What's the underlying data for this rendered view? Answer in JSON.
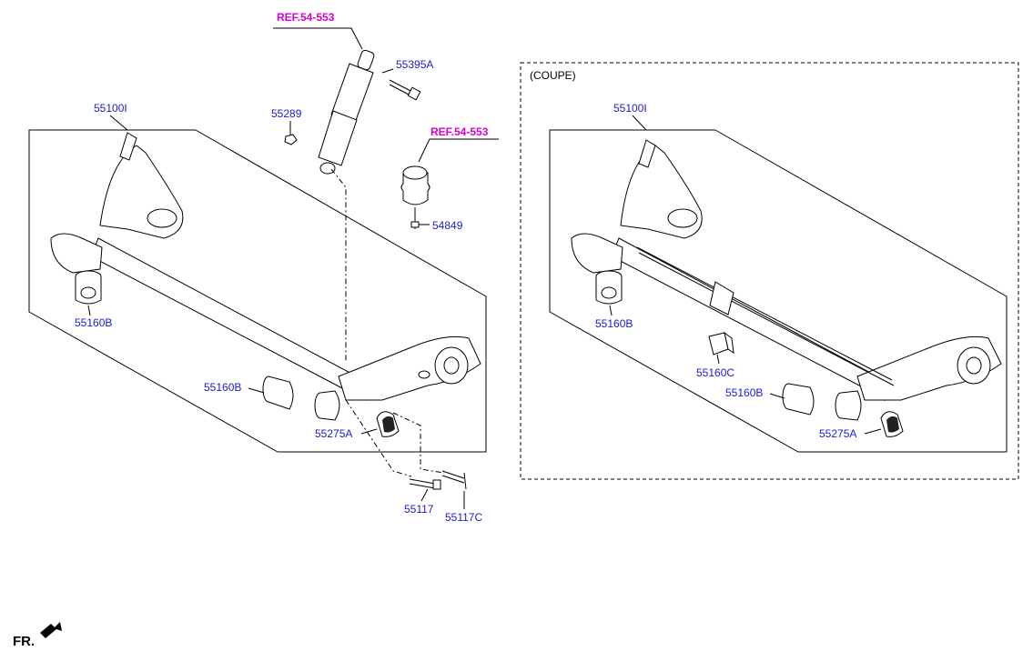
{
  "diagram": {
    "ref_top": "REF.54-553",
    "ref_mid": "REF.54-553",
    "coupe_label": "(COUPE)",
    "fr_label": "FR.",
    "left": {
      "p55100I": "55100I",
      "p55289": "55289",
      "p55395A": "55395A",
      "p54849": "54849",
      "p55160B_upper": "55160B",
      "p55160B_lower": "55160B",
      "p55275A": "55275A",
      "p55117": "55117",
      "p55117C": "55117C"
    },
    "right": {
      "p55100I": "55100I",
      "p55160B_upper": "55160B",
      "p55160C": "55160C",
      "p55160B_lower": "55160B",
      "p55275A": "55275A"
    }
  }
}
